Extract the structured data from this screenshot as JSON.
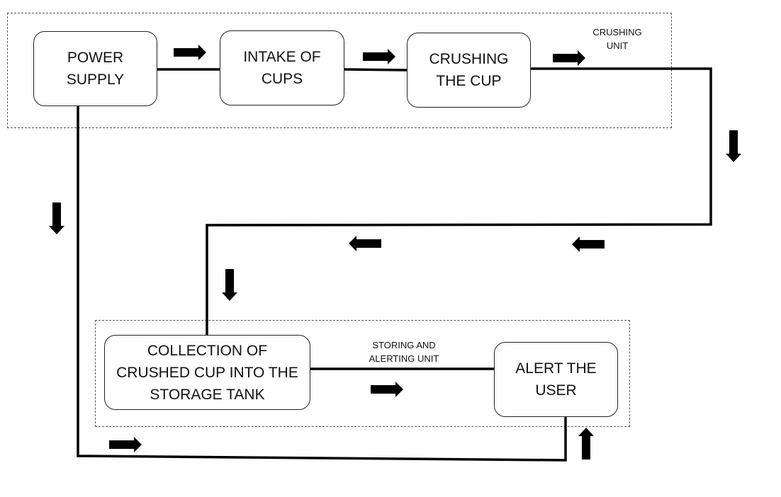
{
  "diagram": {
    "groups": {
      "crushing_unit": {
        "label": "CRUSHING\nUNIT"
      },
      "storing_alerting_unit": {
        "label": "STORING AND\nALERTING UNIT"
      }
    },
    "nodes": {
      "power_supply": {
        "label": "POWER\nSUPPLY"
      },
      "intake_of_cups": {
        "label": "INTAKE OF\nCUPS"
      },
      "crushing_the_cup": {
        "label": "CRUSHING\nTHE CUP"
      },
      "collection": {
        "label": "COLLECTION OF\nCRUSHED CUP INTO THE\nSTORAGE TANK"
      },
      "alert_the_user": {
        "label": "ALERT THE\nUSER"
      }
    },
    "colors": {
      "line": "#000000",
      "arrow": "#000000",
      "border": "#222222",
      "dashed_border": "#555555"
    }
  }
}
